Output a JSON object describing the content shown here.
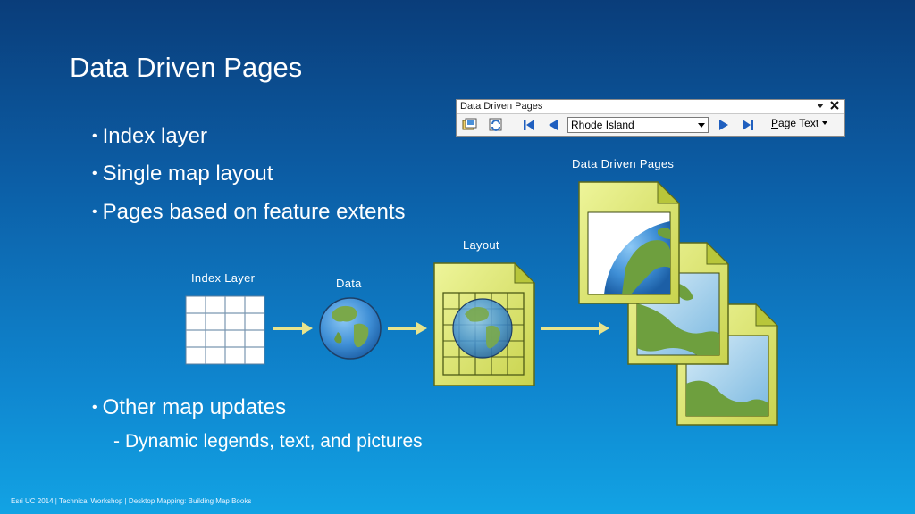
{
  "slide": {
    "title": "Data Driven Pages",
    "bullets": [
      "Index layer",
      "Single map layout",
      "Pages based on feature extents",
      "Other map updates"
    ],
    "sub_bullets": [
      "Dynamic legends, text, and pictures"
    ],
    "bullet_char": "•",
    "dash_char": "-"
  },
  "toolbar": {
    "title": "Data Driven Pages",
    "page_combo_value": "Rhode Island",
    "page_text_menu_prefix": "P",
    "page_text_menu_rest": "age Text",
    "icons": [
      "setup-icon",
      "refresh-icon",
      "first-page-icon",
      "previous-page-icon",
      "next-page-icon",
      "last-page-icon"
    ],
    "window_controls": [
      "dropdown-icon",
      "close-icon"
    ]
  },
  "diagram": {
    "index_layer_label": "Index Layer",
    "data_label": "Data",
    "layout_label": "Layout",
    "pages_label": "Data Driven Pages",
    "colors": {
      "paper": "#e9f08a",
      "paper_dark": "#b8c63a",
      "arrow": "#e8e48c",
      "globe_sea": "#3f8fd6",
      "land": "#7aa84a"
    }
  },
  "footer": {
    "text": "Esri UC 2014 | Technical Workshop |  Desktop Mapping: Building Map Books"
  }
}
